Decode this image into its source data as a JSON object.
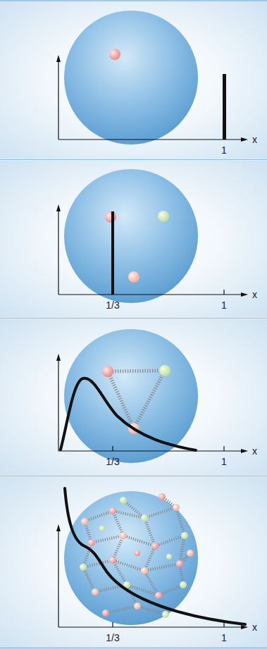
{
  "diagram": {
    "labels": [
      "1",
      "x",
      "1/3",
      "1",
      "x",
      "1/3",
      "1",
      "x",
      "1/3",
      "1",
      "x"
    ]
  }
}
